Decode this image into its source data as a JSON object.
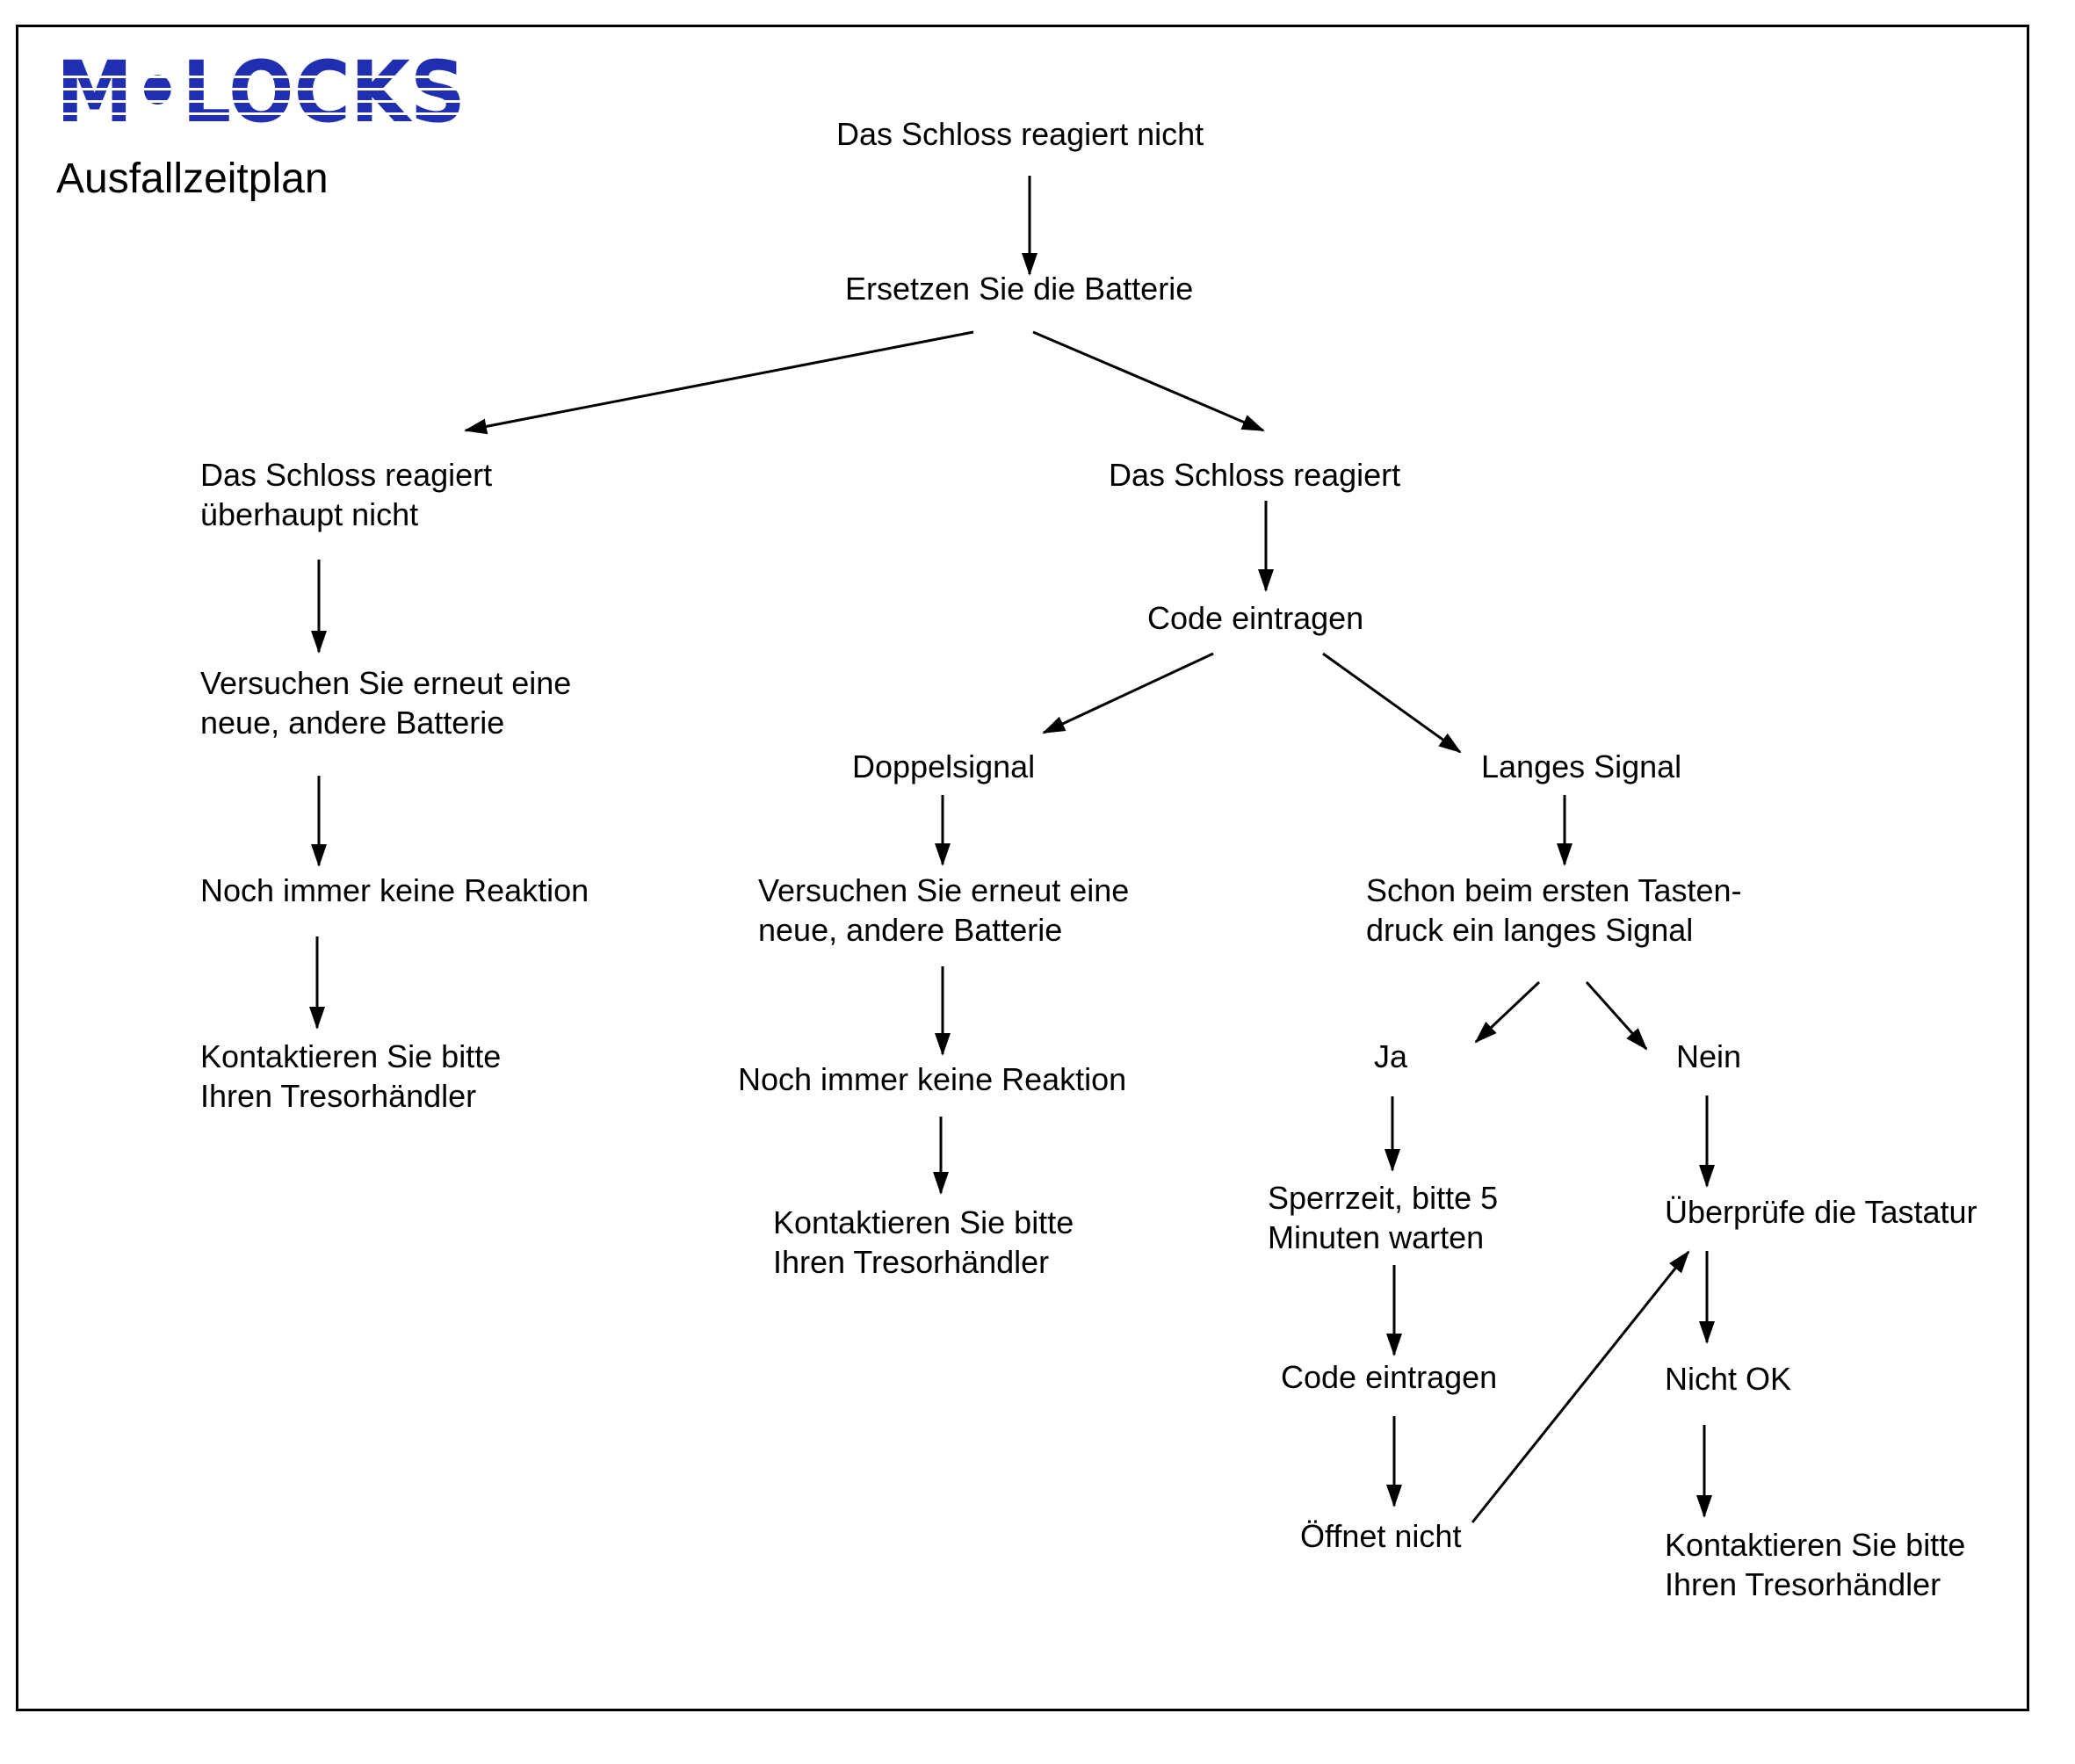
{
  "brand": {
    "logo_text": "M•LOCKS",
    "logo_color": "#1f2fb0"
  },
  "title": "Ausfallzeitplan",
  "nodes": {
    "root": {
      "lines": [
        "Das Schloss reagiert nicht"
      ]
    },
    "battery": {
      "lines": [
        "Ersetzen Sie die Batterie"
      ]
    },
    "l_none": {
      "lines": [
        "Das Schloss reagiert",
        "überhaupt nicht"
      ]
    },
    "l_retry": {
      "lines": [
        "Versuchen Sie erneut eine",
        "neue, andere Batterie"
      ]
    },
    "l_still": {
      "lines": [
        "Noch immer keine Reaktion"
      ]
    },
    "l_contact": {
      "lines": [
        "Kontaktieren Sie bitte",
        "Ihren Tresorhändler"
      ]
    },
    "r_reacts": {
      "lines": [
        "Das Schloss reagiert"
      ]
    },
    "r_code": {
      "lines": [
        "Code eintragen"
      ]
    },
    "m_double": {
      "lines": [
        "Doppelsignal"
      ]
    },
    "m_retry": {
      "lines": [
        "Versuchen Sie erneut eine",
        "neue, andere Batterie"
      ]
    },
    "m_still": {
      "lines": [
        "Noch immer keine Reaktion"
      ]
    },
    "m_contact": {
      "lines": [
        "Kontaktieren Sie bitte",
        "Ihren Tresorhändler"
      ]
    },
    "long": {
      "lines": [
        "Langes Signal"
      ]
    },
    "first": {
      "lines": [
        "Schon beim ersten Tasten-",
        "druck ein langes Signal"
      ]
    },
    "yes": {
      "lines": [
        "Ja"
      ]
    },
    "no": {
      "lines": [
        "Nein"
      ]
    },
    "wait": {
      "lines": [
        "Sperrzeit, bitte 5",
        "Minuten warten"
      ]
    },
    "code2": {
      "lines": [
        "Code eintragen"
      ]
    },
    "notopen": {
      "lines": [
        "Öffnet nicht"
      ]
    },
    "keypad": {
      "lines": [
        "Überprüfe die Tastatur"
      ]
    },
    "notok": {
      "lines": [
        "Nicht OK"
      ]
    },
    "r_contact": {
      "lines": [
        "Kontaktieren Sie bitte",
        "Ihren Tresorhändler"
      ]
    }
  },
  "edges": [
    [
      "root",
      "battery"
    ],
    [
      "battery",
      "l_none"
    ],
    [
      "battery",
      "r_reacts"
    ],
    [
      "l_none",
      "l_retry"
    ],
    [
      "l_retry",
      "l_still"
    ],
    [
      "l_still",
      "l_contact"
    ],
    [
      "r_reacts",
      "r_code"
    ],
    [
      "r_code",
      "m_double"
    ],
    [
      "r_code",
      "long"
    ],
    [
      "m_double",
      "m_retry"
    ],
    [
      "m_retry",
      "m_still"
    ],
    [
      "m_still",
      "m_contact"
    ],
    [
      "long",
      "first"
    ],
    [
      "first",
      "yes"
    ],
    [
      "first",
      "no"
    ],
    [
      "yes",
      "wait"
    ],
    [
      "wait",
      "code2"
    ],
    [
      "code2",
      "notopen"
    ],
    [
      "notopen",
      "keypad"
    ],
    [
      "no",
      "keypad"
    ],
    [
      "keypad",
      "notok"
    ],
    [
      "notok",
      "r_contact"
    ]
  ]
}
